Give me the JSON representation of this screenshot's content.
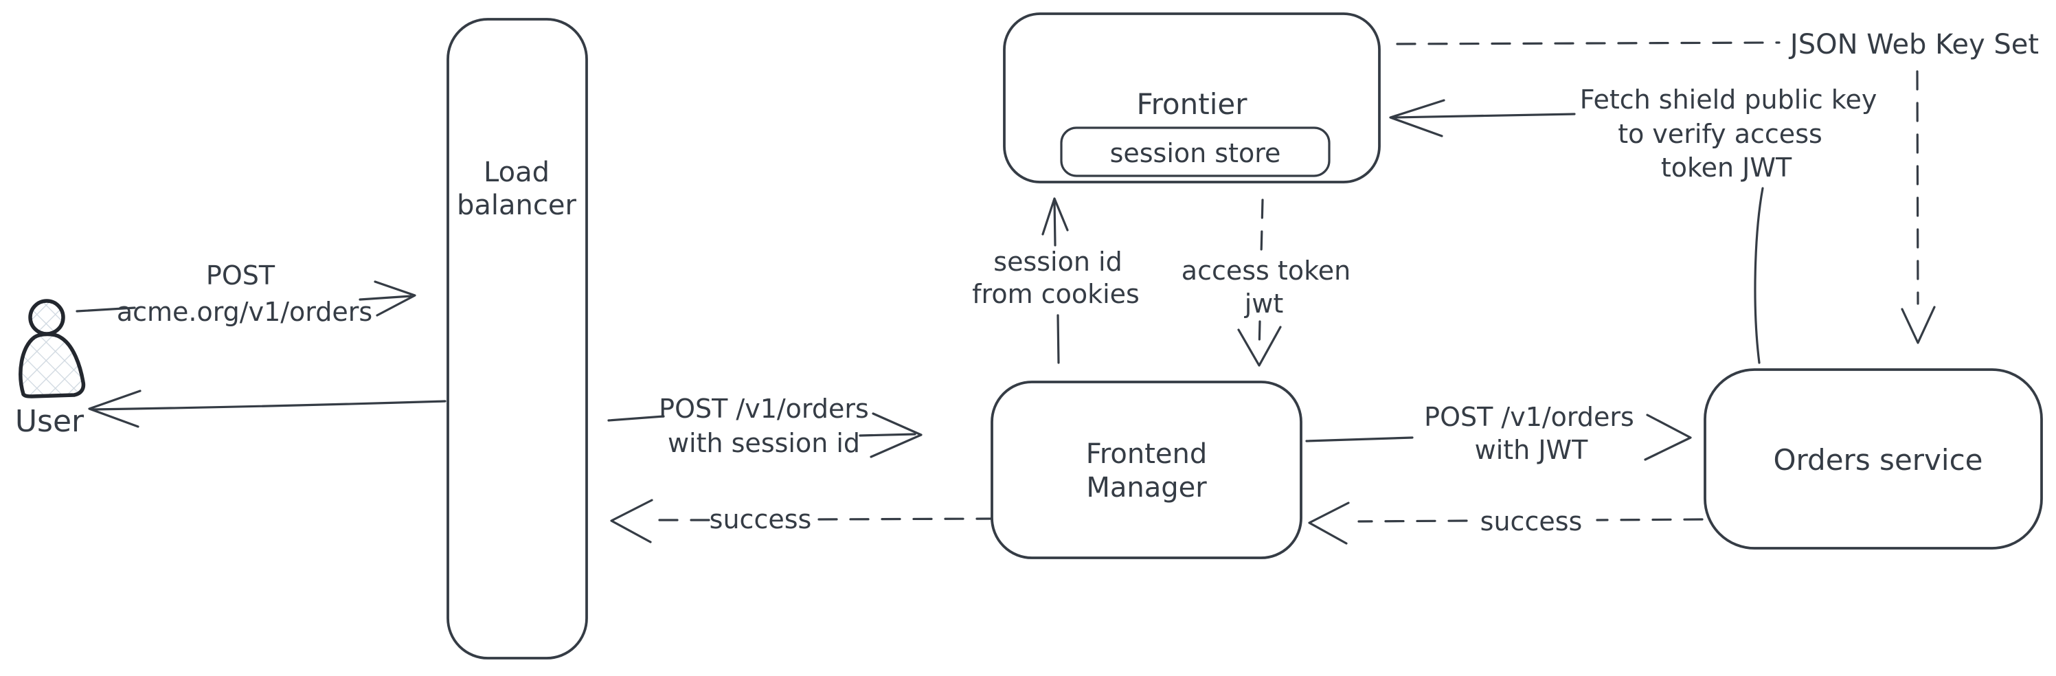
{
  "colors": {
    "ink": "#353c45",
    "user_ink": "#23272e",
    "hatch": "#cfd8e0",
    "background": "#ffffff"
  },
  "nodes": {
    "user": {
      "label": "User"
    },
    "load_balancer": {
      "label_lines": [
        "Load",
        "balancer"
      ]
    },
    "frontier": {
      "label": "Frontier",
      "session_store_label": "session store"
    },
    "frontend_manager": {
      "label_lines": [
        "Frontend",
        "Manager"
      ]
    },
    "orders_service": {
      "label": "Orders service"
    }
  },
  "edges": {
    "user_to_load_balancer": {
      "style": "solid",
      "label_lines": [
        "POST",
        "acme.org/v1/orders"
      ]
    },
    "load_balancer_to_user": {
      "style": "solid"
    },
    "load_balancer_to_frontend_manager": {
      "style": "solid",
      "label_lines": [
        "POST /v1/orders",
        "with session id"
      ]
    },
    "frontend_manager_to_load_balancer": {
      "style": "dashed",
      "label": "success"
    },
    "frontend_manager_to_frontier": {
      "style": "solid",
      "label_lines": [
        "session id",
        "from cookies"
      ]
    },
    "frontier_to_frontend_manager": {
      "style": "dashed",
      "label_lines": [
        "access token",
        "jwt"
      ]
    },
    "frontend_manager_to_orders_service": {
      "style": "solid",
      "label_lines": [
        "POST /v1/orders",
        "with JWT"
      ]
    },
    "orders_service_to_frontend_manager": {
      "style": "dashed",
      "label": "success"
    },
    "orders_service_to_frontier": {
      "style": "solid",
      "label_lines": [
        "Fetch shield public key",
        "to verify access",
        "token JWT"
      ]
    },
    "jwks_to_orders_service": {
      "style": "dashed",
      "label": "JSON Web Key Set"
    }
  }
}
